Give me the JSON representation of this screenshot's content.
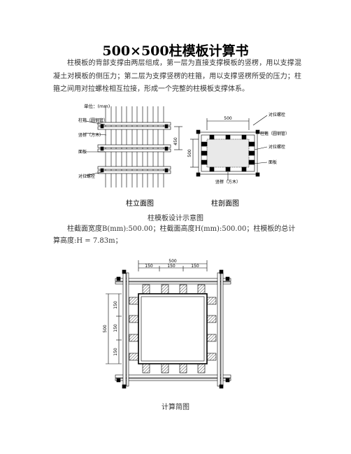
{
  "document": {
    "title": "500×500柱模板计算书",
    "intro": "柱模板的背部支撑由两层组成，第一层为直接支撑模板的竖楞，用以支撑混凝土对模板的侧压力；第二层为支撑竖楞的柱箍，用以支撑竖楞所受的压力；柱箍之间用对拉螺栓相互拉接，形成一个完整的柱模板支撑体系。",
    "figure1_caption": "柱模板设计示意图",
    "dimensions_text": "柱截面宽度B(mm):500.00；柱截面高度H(mm):500.00；柱模板的总计算高度:H = 7.83m；",
    "figure2_caption": "计算简图"
  },
  "figure1": {
    "unit": "单位：(mm)",
    "label_hoop": "柱箍（圆钢管）",
    "label_stud": "竖楞（方木）",
    "label_panel": "面板",
    "label_bolt_left": "对拉螺栓",
    "dim_450": "450",
    "dim_500_top": "500",
    "dim_500_side": "500",
    "label_bolt_top": "对拉螺栓",
    "label_hoop_right": "柱箍（圆钢管）",
    "label_bolt_right": "对拉螺栓",
    "label_panel_right": "面板",
    "label_stud_bottom": "竖楞（方木）",
    "elevation_title": "柱立面图",
    "section_title": "柱剖面图"
  },
  "figure2": {
    "dim_total_top": "500",
    "dim_top_1": "150",
    "dim_top_2": "150",
    "dim_top_3": "150",
    "dim_total_left": "500",
    "dim_left_1": "150",
    "dim_left_2": "150",
    "dim_left_3": "150"
  }
}
